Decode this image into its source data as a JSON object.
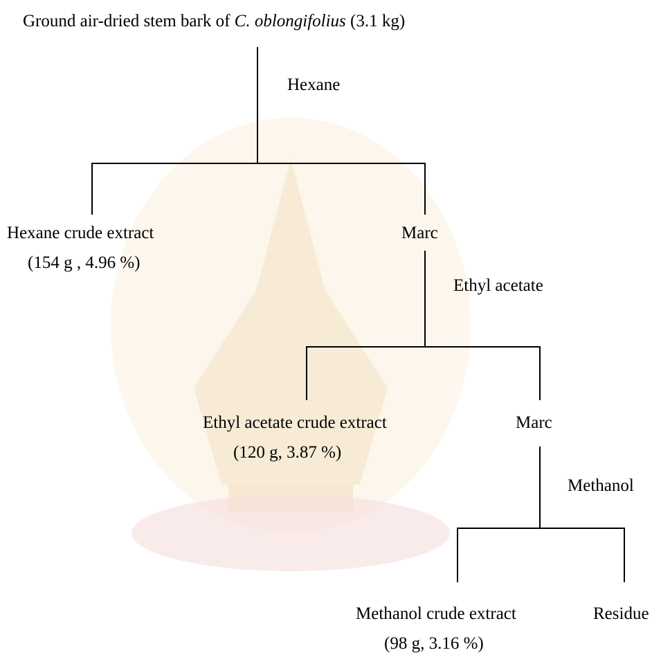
{
  "title": {
    "prefix": "Ground air-dried stem bark of ",
    "species": "C.  oblongifolius",
    "suffix": " (3.1 kg)"
  },
  "steps": [
    {
      "solvent": "Hexane",
      "left": {
        "label": "Hexane crude extract",
        "yield": "(154 g , 4.96 %)"
      },
      "right": {
        "label": "Marc"
      }
    },
    {
      "solvent": "Ethyl acetate",
      "left": {
        "label": "Ethyl acetate crude extract",
        "yield": "(120 g, 3.87 %)"
      },
      "right": {
        "label": "Marc"
      }
    },
    {
      "solvent": "Methanol",
      "left": {
        "label": "Methanol crude extract",
        "yield": "(98 g, 3.16 %)"
      },
      "right": {
        "label": "Residue"
      }
    }
  ],
  "colors": {
    "text": "#000000",
    "line": "#000000",
    "watermark": "#f3d9b0"
  }
}
